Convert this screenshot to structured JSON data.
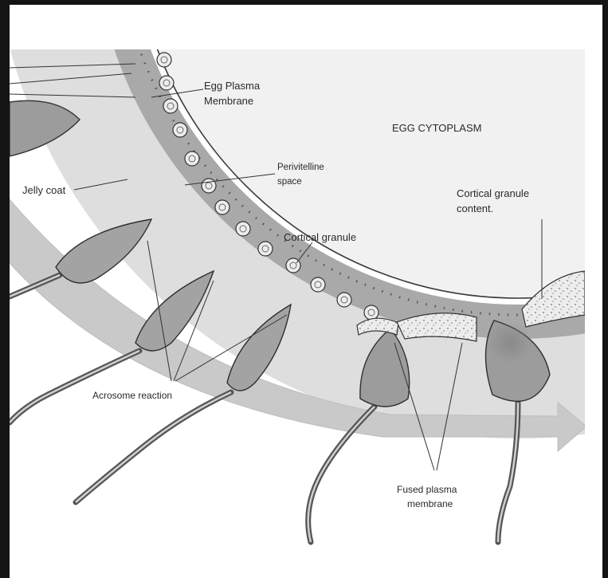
{
  "labels": {
    "egg_plasma_membrane": [
      "Egg Plasma",
      "Membrane"
    ],
    "egg_cytoplasm": "EGG CYTOPLASM",
    "perivitelline_space": [
      "Perivitelline",
      "space"
    ],
    "cortical_granule_content": [
      "Cortical granule",
      "content."
    ],
    "jelly_coat": "Jelly coat",
    "cortical_granule": "Cortical granule",
    "acrosome_reaction": "Acrosome reaction",
    "fused_plasma_membrane": [
      "Fused plasma",
      "membrane"
    ]
  },
  "colors": {
    "background": "#ffffff",
    "frame": "#141414",
    "cytoplasm": "#f1f1f1",
    "vitelline_band": "#a9a9a9",
    "jelly_coat": "#d3d3d3",
    "sperm_head": "#9c9c9c",
    "granule_content": "#e8e8e8",
    "arrow": "#c9c9c9",
    "ink": "#2a2a2a"
  }
}
